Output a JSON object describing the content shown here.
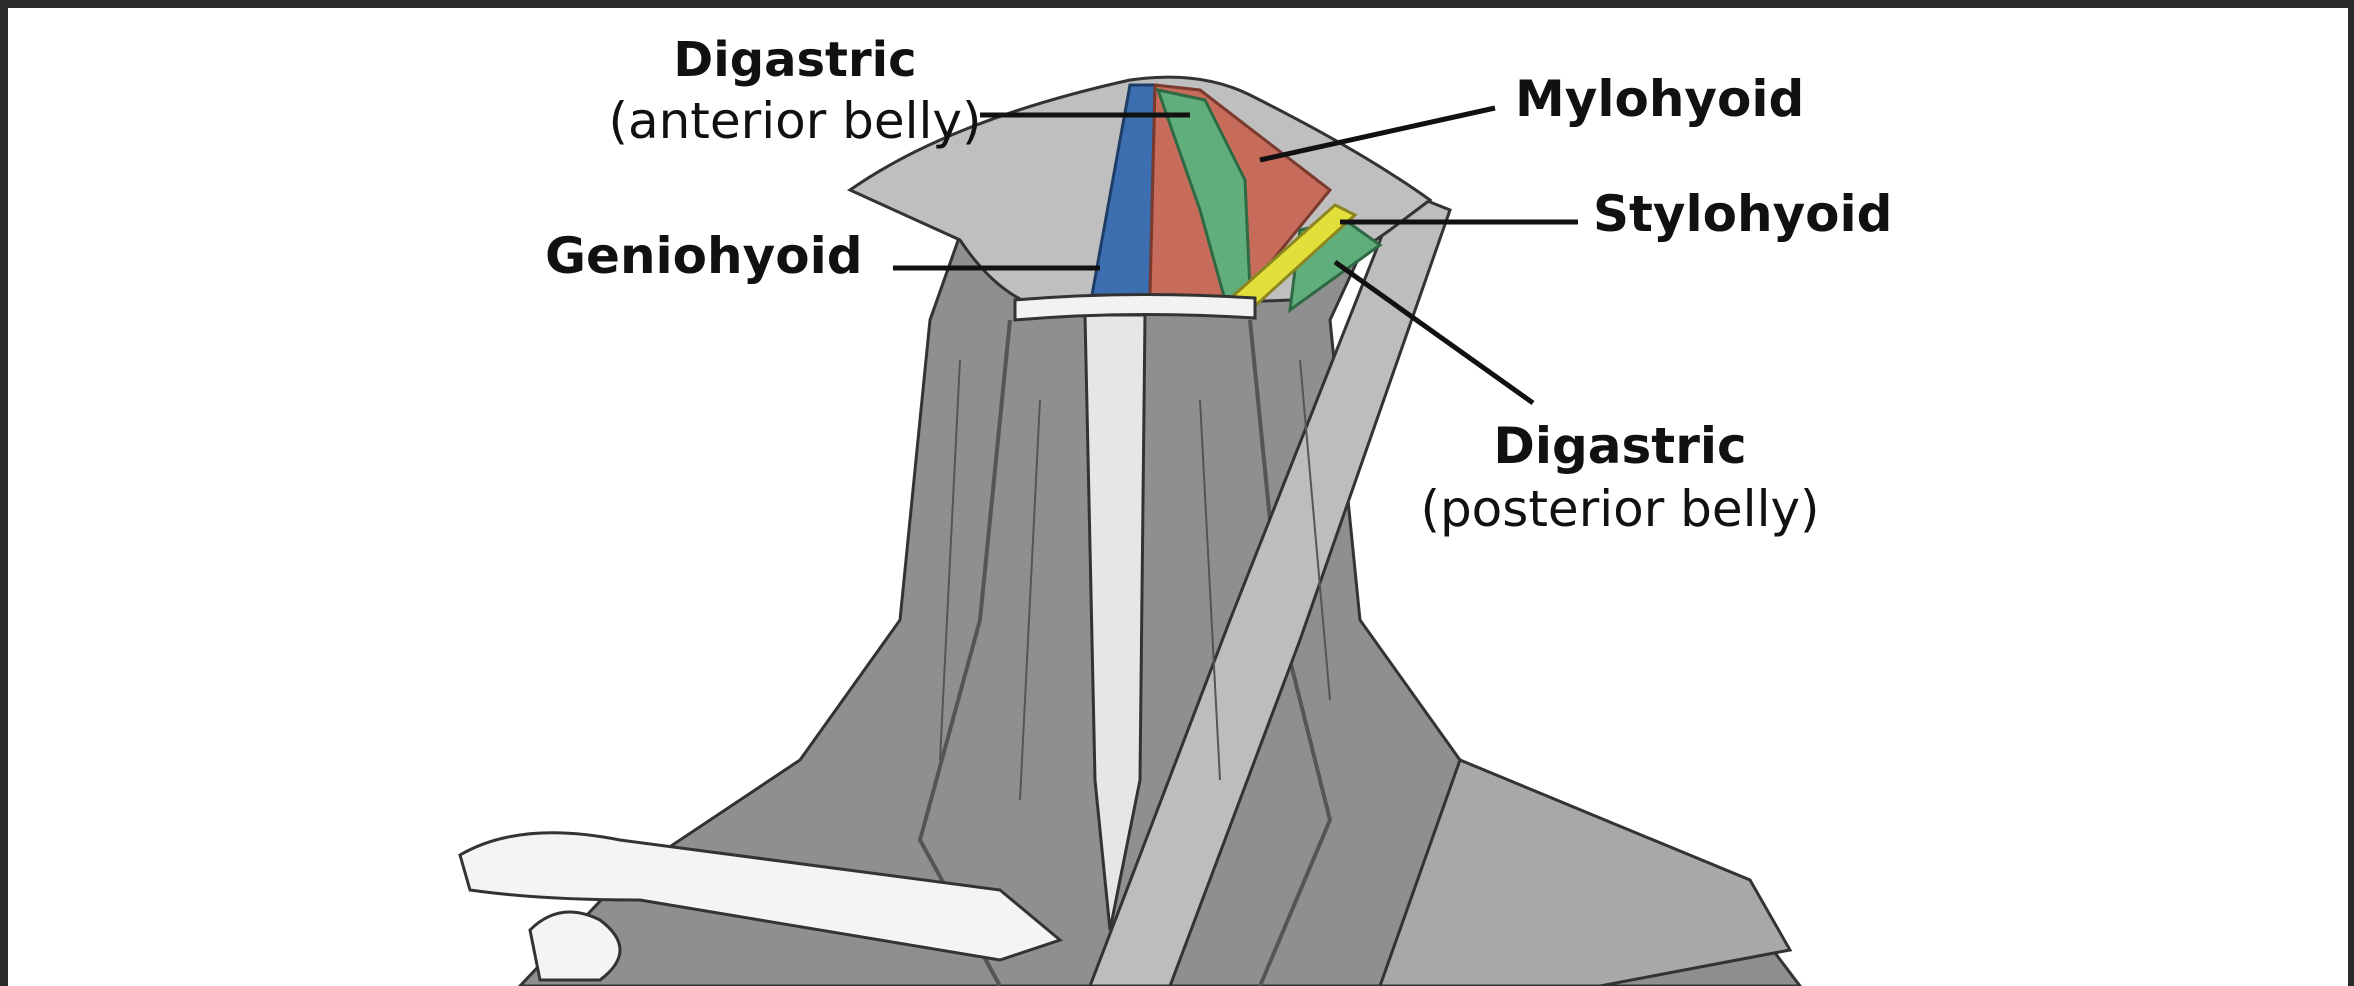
{
  "figure": {
    "labels": {
      "digastric_anterior": {
        "name": "Digastric",
        "detail": "(anterior belly)"
      },
      "geniohyoid": {
        "name": "Geniohyoid"
      },
      "mylohyoid": {
        "name": "Mylohyoid"
      },
      "stylohyoid": {
        "name": "Stylohyoid"
      },
      "digastric_posterior": {
        "name": "Digastric",
        "detail": "(posterior belly)"
      }
    },
    "colors": {
      "frame_background": "#2a2a2a",
      "illustration_background": "#ffffff",
      "geniohyoid": "#3d6fb0",
      "mylohyoid": "#c76b5a",
      "digastric": "#5fae7c",
      "stylohyoid": "#e3df3a",
      "muscle_gray": "#9a9a9a",
      "leader_line": "#111111"
    }
  }
}
